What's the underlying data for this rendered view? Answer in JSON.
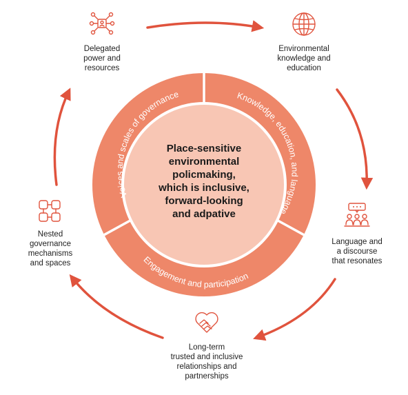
{
  "center": {
    "lines": [
      "Place-sensitive",
      "environmental",
      "policmaking,",
      "which is inclusive,",
      "forward-looking",
      "and adpative"
    ]
  },
  "ring_segments": [
    {
      "label": "Voices and scales of governance"
    },
    {
      "label": "Knowledge, education, and language"
    },
    {
      "label": "Engagement and participation"
    }
  ],
  "outer_nodes": [
    {
      "icon": "network-icon",
      "lines": [
        "Delegated",
        "power and",
        "resources"
      ]
    },
    {
      "icon": "globe-icon",
      "lines": [
        "Environmental",
        "knowledge and",
        "education"
      ]
    },
    {
      "icon": "audience-speech-icon",
      "lines": [
        "Language and",
        "a discourse",
        "that resonates"
      ]
    },
    {
      "icon": "handshake-heart-icon",
      "lines": [
        "Long-term",
        "trusted and inclusive",
        "relationships and",
        "partnerships"
      ]
    },
    {
      "icon": "joined-hands-icon",
      "lines": [
        "Nested",
        "governance",
        "mechanisms",
        "and spaces"
      ]
    }
  ],
  "colors": {
    "ring": "#ee8769",
    "ring_divider": "#ffffff",
    "inner_circle": "#f8c6b4",
    "arrow": "#e0533d",
    "icon": "#e0533d"
  }
}
